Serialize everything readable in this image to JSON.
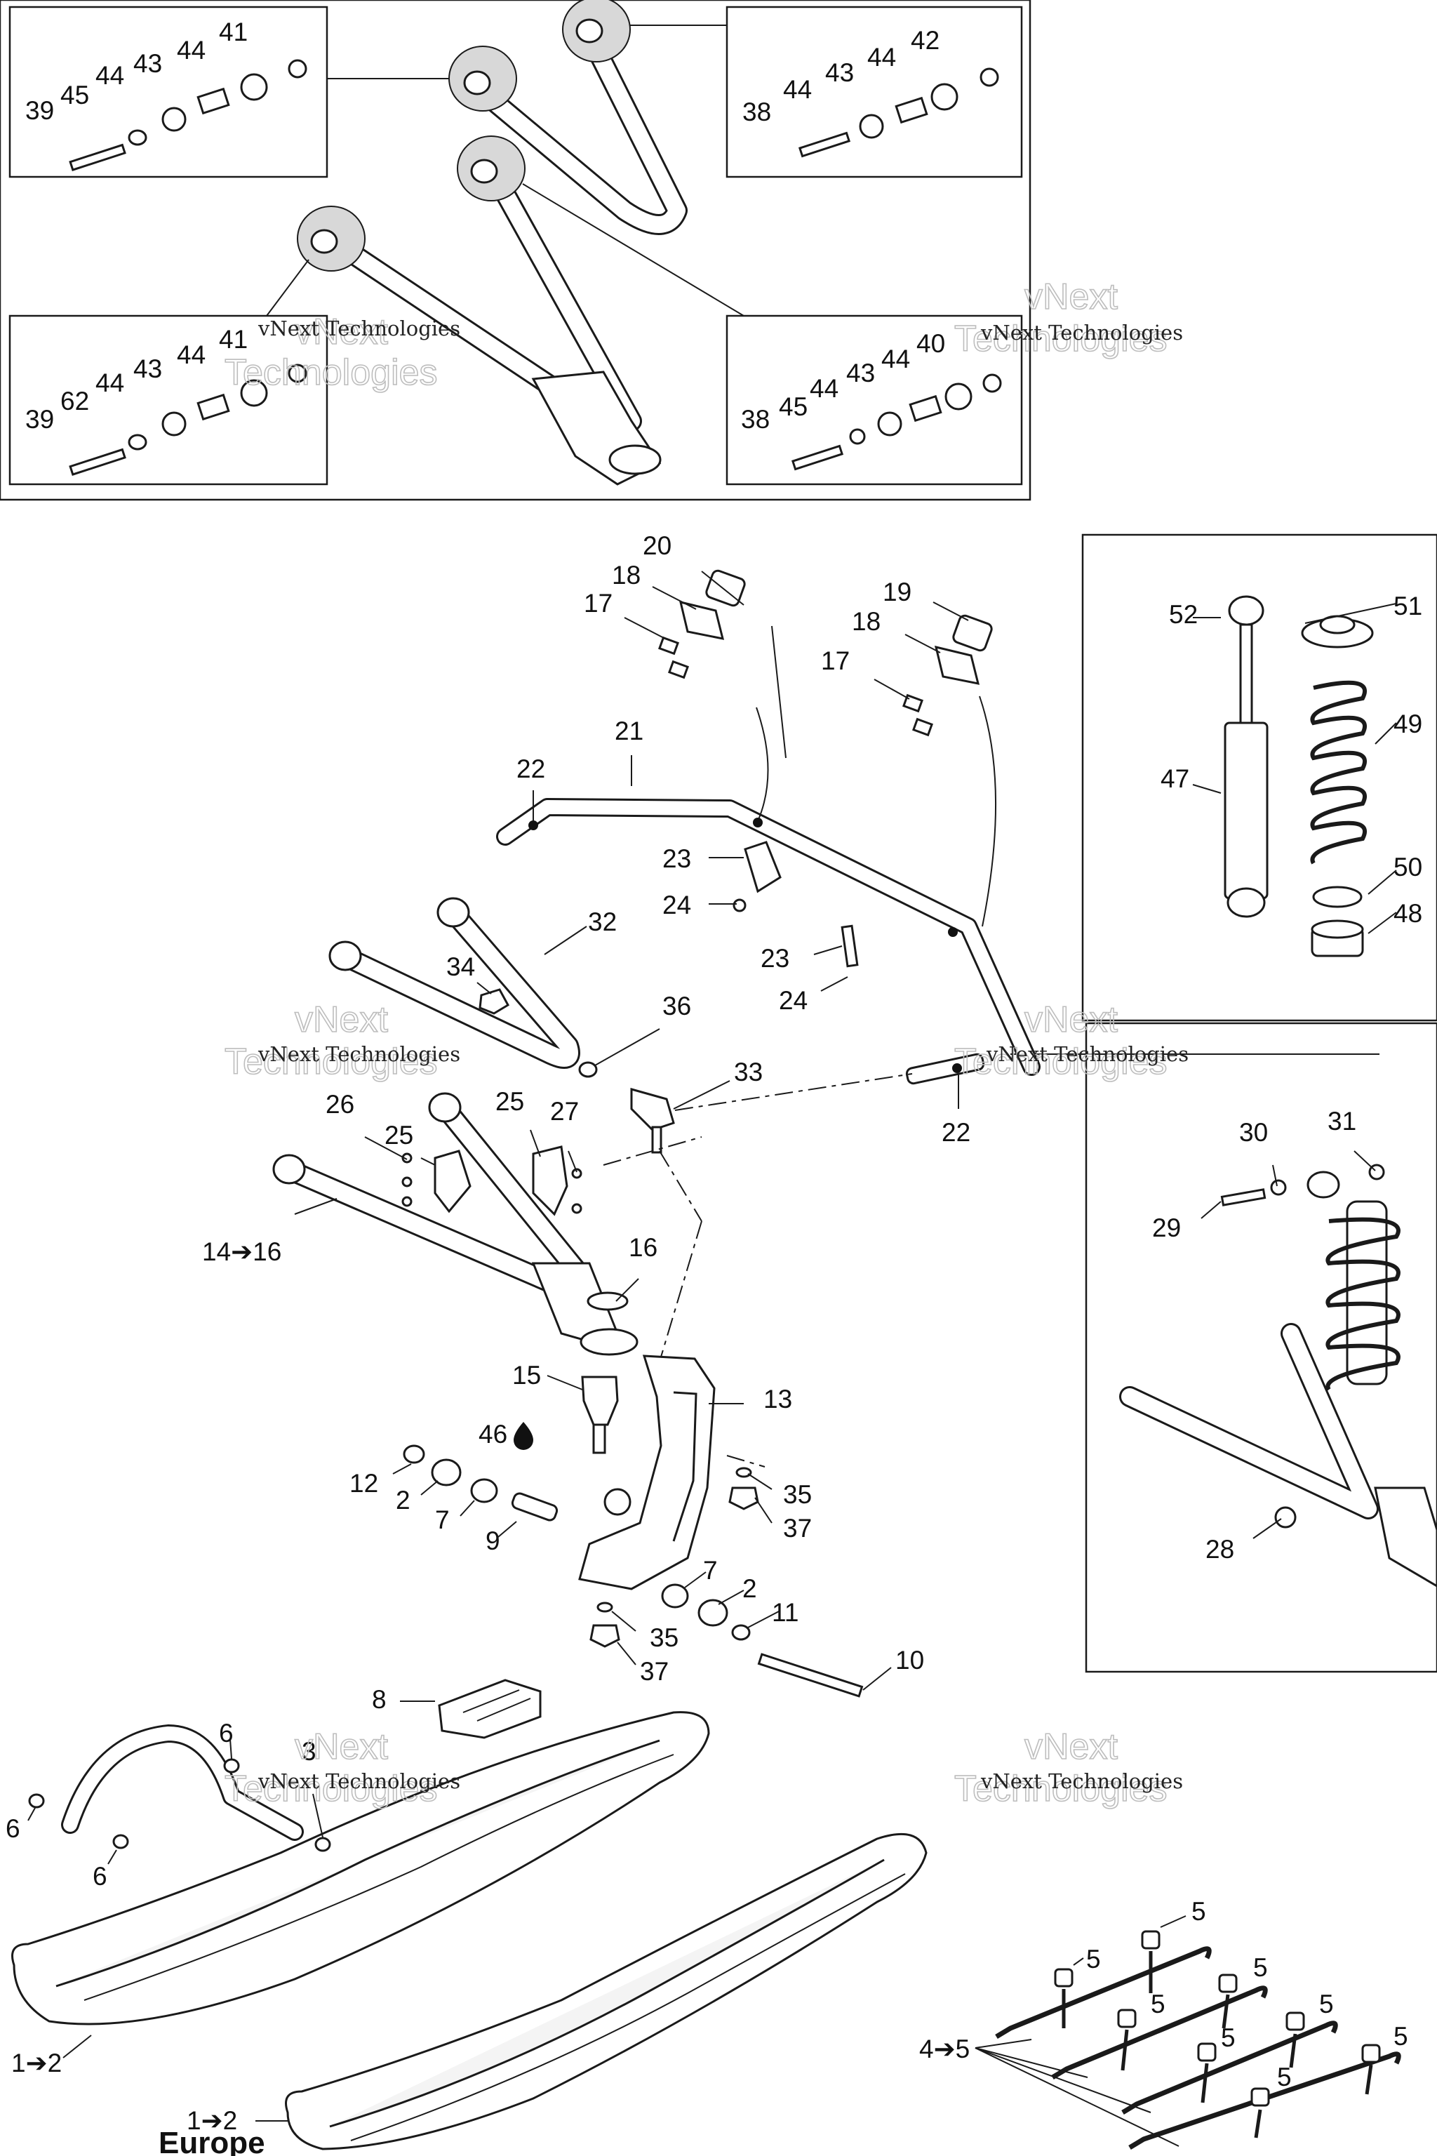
{
  "watermark": {
    "line1": "vNext Technologies",
    "line2": "vNext",
    "line3": "Technologies"
  },
  "labels": {
    "box_tl": [
      "41",
      "44",
      "43",
      "44",
      "45",
      "39"
    ],
    "box_tr": [
      "42",
      "44",
      "43",
      "44",
      "38"
    ],
    "box_bl": [
      "41",
      "44",
      "43",
      "44",
      "62",
      "39"
    ],
    "box_br": [
      "40",
      "44",
      "43",
      "44",
      "45",
      "38"
    ],
    "sway_bar": [
      "20",
      "18",
      "17",
      "19",
      "18",
      "17",
      "21",
      "22",
      "23",
      "24",
      "23",
      "24",
      "22"
    ],
    "upper_arm": [
      "32",
      "34",
      "36",
      "33"
    ],
    "lower_arm": [
      "26",
      "25",
      "25",
      "27",
      "14➔16",
      "16",
      "15"
    ],
    "spindle": [
      "13",
      "46",
      "12",
      "2",
      "7",
      "9",
      "35",
      "37",
      "7",
      "2",
      "11",
      "35",
      "37",
      "10"
    ],
    "shock_panel": [
      "52",
      "51",
      "47",
      "49",
      "50",
      "48"
    ],
    "install_panel": [
      "30",
      "31",
      "29",
      "28"
    ],
    "ski": [
      "8",
      "6",
      "3",
      "6",
      "6",
      "1➔2",
      "1➔2"
    ],
    "runners": [
      "5",
      "5",
      "5",
      "5",
      "5",
      "5",
      "5",
      "5",
      "4➔5"
    ]
  },
  "europe_label": "Europe"
}
